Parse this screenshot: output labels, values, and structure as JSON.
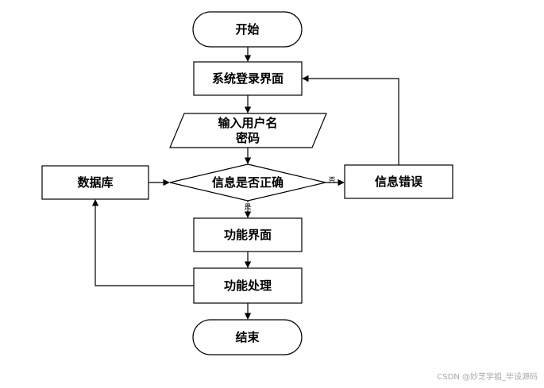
{
  "nodes": {
    "start": "开始",
    "login_ui": "系统登录界面",
    "input_line1": "输入用户名",
    "input_line2": "密码",
    "check": "信息是否正确",
    "database": "数据库",
    "info_error": "信息错误",
    "function_ui": "功能界面",
    "function_process": "功能处理",
    "end": "结束"
  },
  "edge_labels": {
    "no": "否",
    "yes": "是"
  },
  "watermark": "CSDN @妙芝学姐_毕设源码"
}
